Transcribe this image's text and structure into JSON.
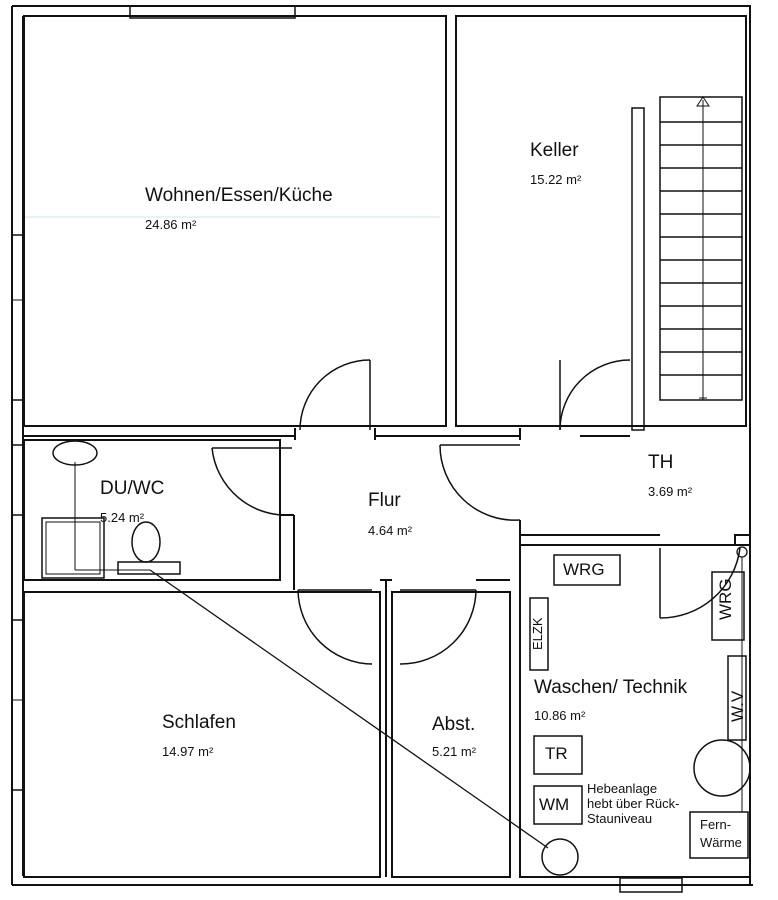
{
  "rooms": {
    "wohnen": {
      "name": "Wohnen/Essen/Küche",
      "area": "24.86 m²"
    },
    "keller": {
      "name": "Keller",
      "area": "15.22 m²"
    },
    "duwc": {
      "name": "DU/WC",
      "area": "5.24 m²"
    },
    "flur": {
      "name": "Flur",
      "area": "4.64 m²"
    },
    "th": {
      "name": "TH",
      "area": "3.69 m²"
    },
    "waschen": {
      "name": "Waschen/ Technik",
      "area": "10.86 m²"
    },
    "schlafen": {
      "name": "Schlafen",
      "area": "14.97 m²"
    },
    "abst": {
      "name": "Abst.",
      "area": "5.21 m²"
    }
  },
  "fixtures": {
    "wrg_top": "WRG",
    "wrg_side": "WRG",
    "elzk": "ELZK",
    "wv": "W.V",
    "tr": "TR",
    "wm": "WM",
    "hebeanlage": [
      "Hebeanlage",
      "hebt über Rück-",
      "Stauniveau"
    ],
    "fernwaerme": [
      "Fern-",
      "Wärme"
    ]
  },
  "colors": {
    "ink": "#111111",
    "paper": "#ffffff",
    "guide": "#cfe6f2"
  }
}
